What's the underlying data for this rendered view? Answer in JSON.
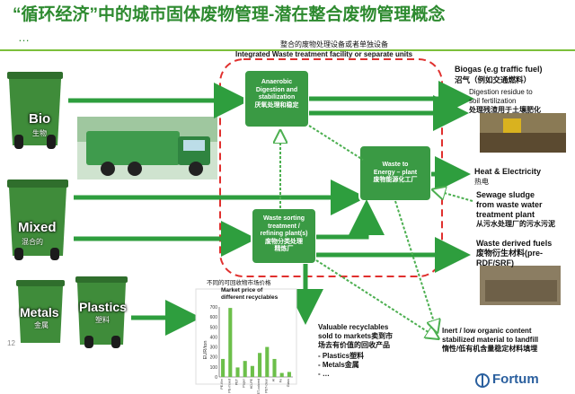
{
  "title": "“循环经济”中的城市固体废物管理-潜在整合废物管理概念",
  "title_cont": "…",
  "header": {
    "zh": "整合的废物处理设备或者单独设备",
    "en": "Integrated Waste treatment  facility or separate units"
  },
  "inputs": {
    "bio": {
      "label": "Bio",
      "zh": "生物"
    },
    "mixed": {
      "label": "Mixed",
      "zh": "混合的"
    },
    "metals": {
      "label": "Metals",
      "zh": "金属"
    },
    "plastics": {
      "label": "Plastics",
      "zh": "塑料"
    }
  },
  "processes": {
    "ad": {
      "line1": "Anaerobic",
      "line2": "Digestion and",
      "line3": "stabilization",
      "zh": "厌氧处理和稳定"
    },
    "wte": {
      "line1": "Waste to",
      "line2": "Energy – plant",
      "zh": "废物能源化工厂"
    },
    "sort": {
      "line1": "Waste sorting",
      "line2": "treatment /",
      "line3": "refining plant(s)",
      "zh1": "废物分类处理",
      "zh2": "精炼厂"
    }
  },
  "outputs": {
    "biogas": {
      "en": "Biogas (e.g traffic fuel)",
      "zh": "沼气（例如交通燃料）"
    },
    "digestion": {
      "en1": "Digestion  residue to",
      "en2": "soil fertilization",
      "zh": "处理残渣用于土壤肥化"
    },
    "heat": {
      "en": "Heat & Electricity",
      "zh": "热电"
    },
    "sewage": {
      "en1": "Sewage sludge",
      "en2": "from waste water",
      "en3": "treatment plant",
      "zh": "从污水处理厂的污水污泥"
    },
    "wdf": {
      "en1": "Waste derived fuels",
      "en2": "废物衍生材料(pre-",
      "en3": "RDF/SRF)"
    },
    "inert": {
      "en1": "Inert / low organic content",
      "en2": "stabilized material to landfill",
      "zh": "惰性/低有机含量稳定材料填埋"
    },
    "valuable": {
      "en1": "Valuable recyclables",
      "en2": "sold to markets卖到市",
      "en3": "场去有价值的回收产品",
      "items": [
        "Plastics塑料",
        "Metals金属",
        "…"
      ]
    }
  },
  "chart_title": {
    "zh": "不同的可回收物市场价格",
    "en1": "Market price of",
    "en2": "different recyclables"
  },
  "chart_data": {
    "type": "bar",
    "title": "Market price of different recyclables",
    "ylabel": "EUR/ton",
    "ylim": [
      0,
      700
    ],
    "yticks": [
      0,
      100,
      200,
      300,
      400,
      500,
      600,
      700
    ],
    "categories": [
      "PE-film",
      "PE-mixed",
      "PET",
      "Paper",
      "HD-PE",
      "PET-colored",
      "PET-clear",
      "Al",
      "Fe",
      "Glass"
    ],
    "values": [
      180,
      690,
      95,
      160,
      110,
      240,
      300,
      180,
      40,
      50
    ]
  },
  "page_number": "12",
  "logo": {
    "text": "Fortum"
  },
  "colors": {
    "green": "#2d8a2f",
    "arrow": "#2e9e3e",
    "dashed": "#e0302e",
    "bin": "#3f8c3a"
  }
}
